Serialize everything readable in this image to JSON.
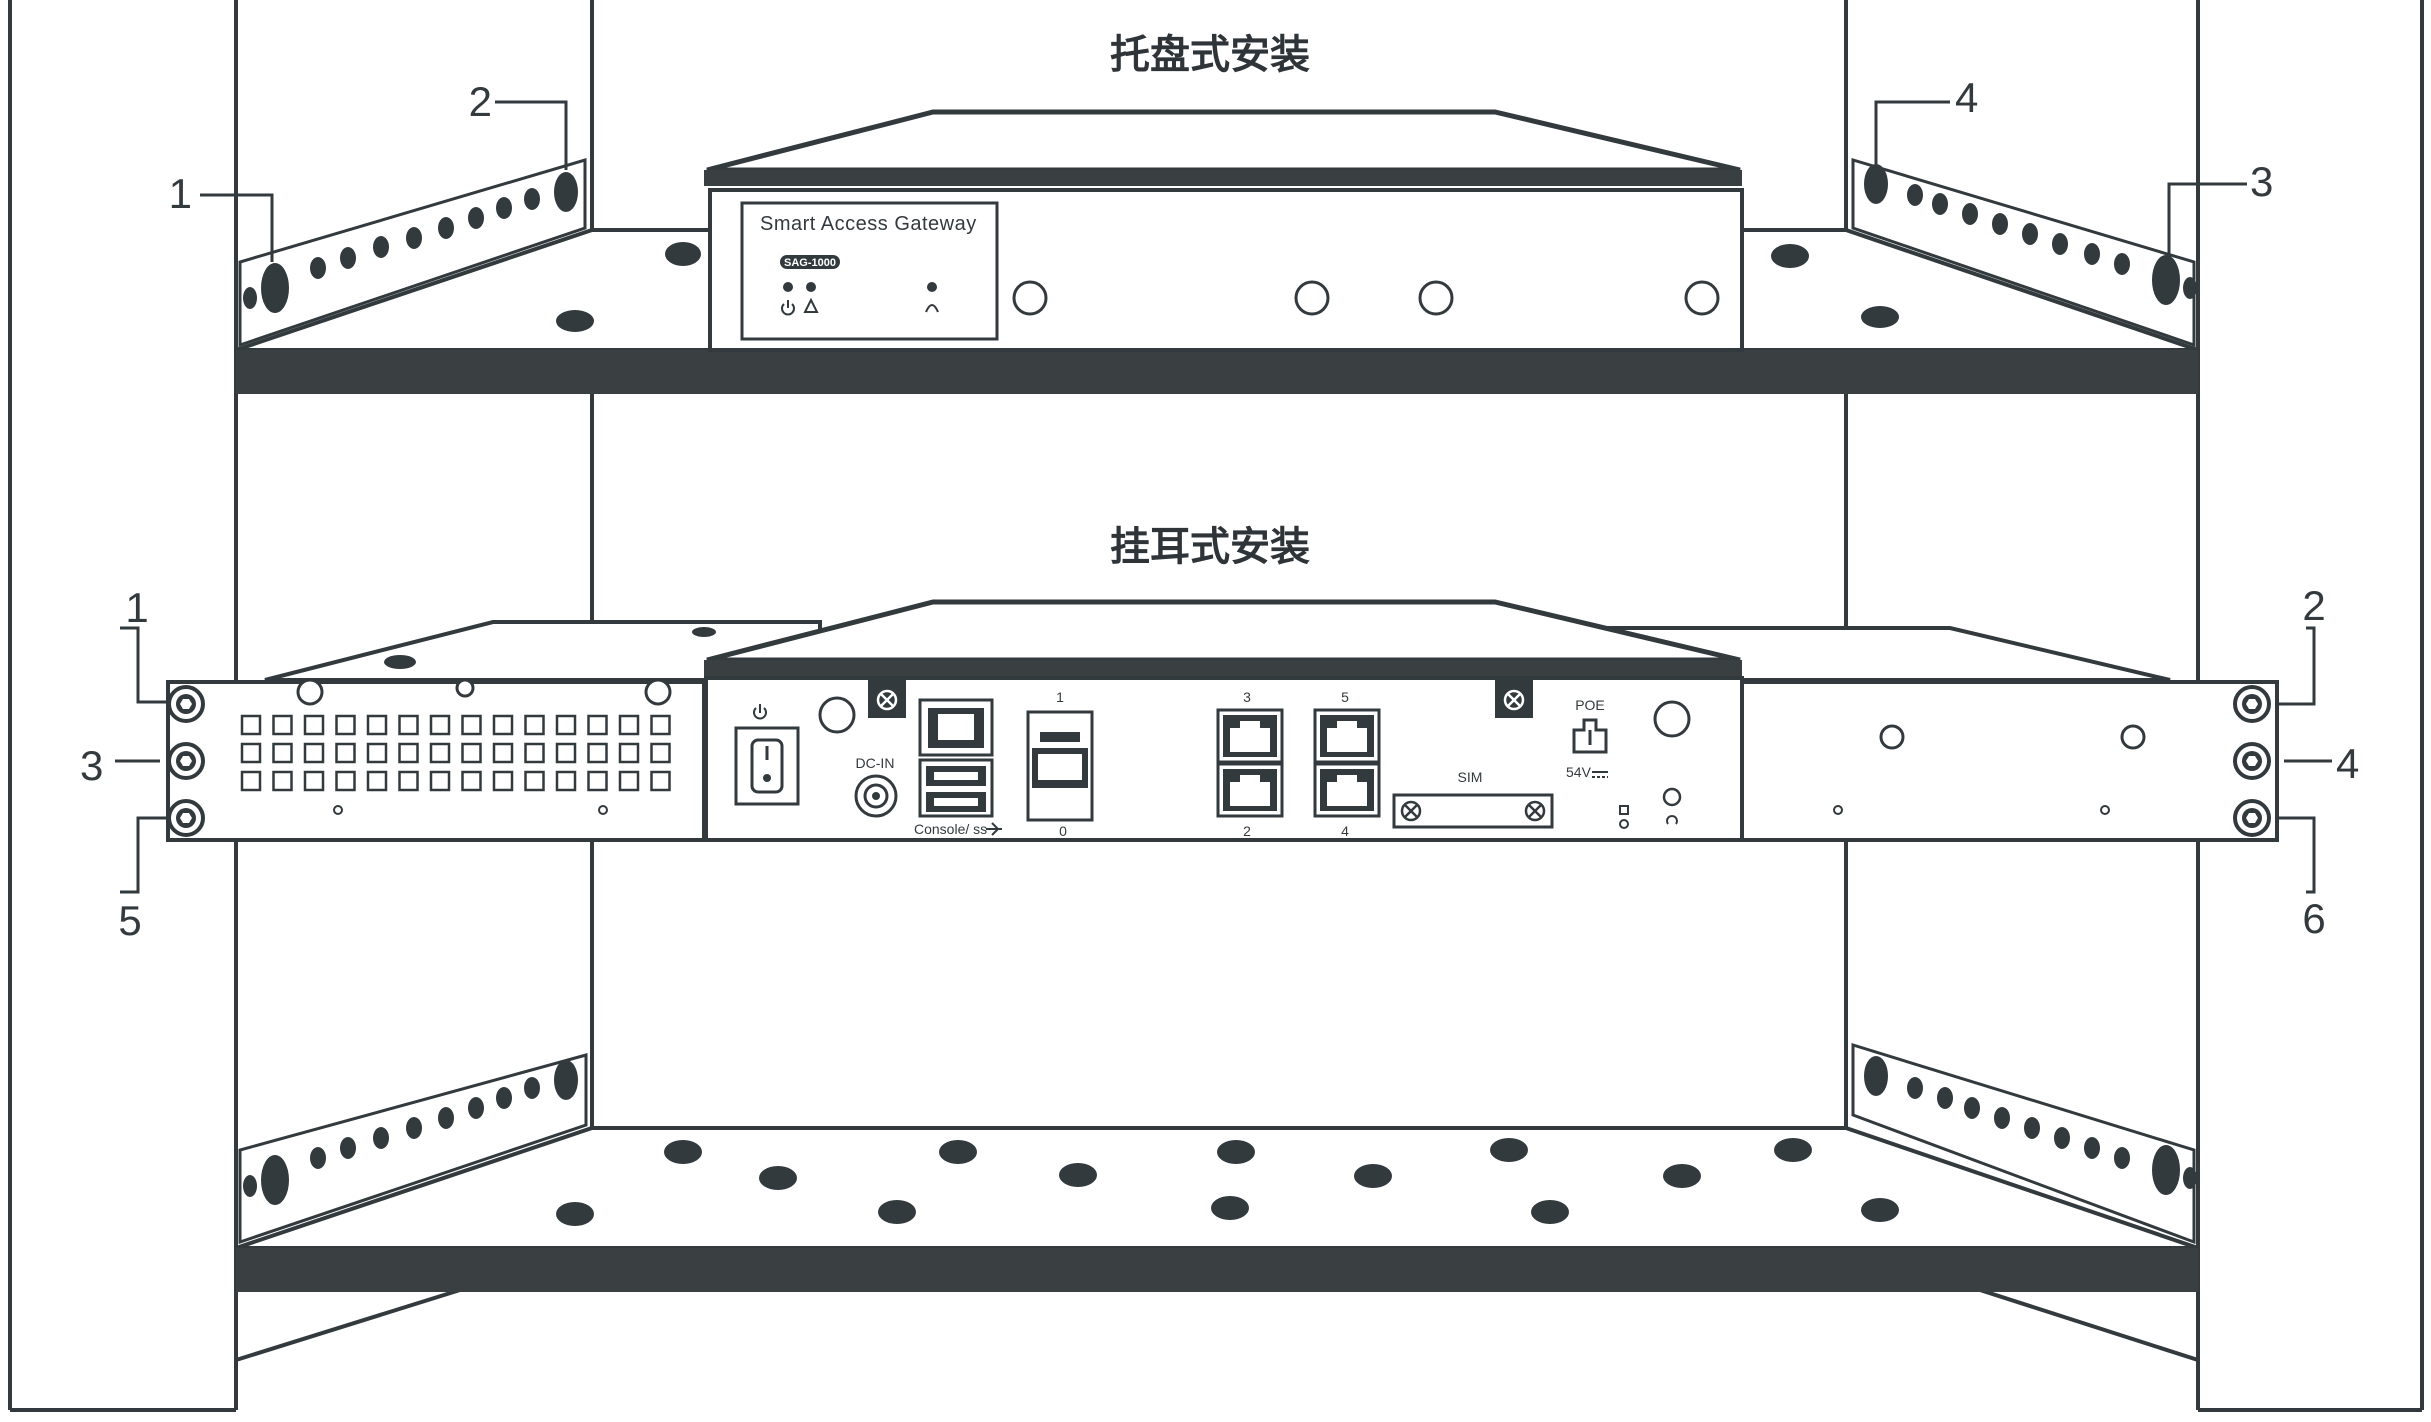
{
  "titles": {
    "tray": "托盘式安装",
    "ear": "挂耳式安装"
  },
  "device_front": {
    "brand": "Smart Access Gateway",
    "model": "SAG-1000"
  },
  "device_rear": {
    "dc_in": "DC-IN",
    "console": "Console/ ss",
    "port_labels": [
      "1",
      "0",
      "3",
      "2",
      "5",
      "4"
    ],
    "sim": "SIM",
    "poe": "POE",
    "voltage": "54V"
  },
  "callouts_top": [
    "1",
    "2",
    "3",
    "4"
  ],
  "callouts_bottom": [
    "1",
    "2",
    "3",
    "4",
    "5",
    "6"
  ],
  "colors": {
    "ink": "#333a3e",
    "shelf": "#3a3f42",
    "background": "#ffffff"
  },
  "icons": [
    "power-icon",
    "warning-icon",
    "cloud-icon",
    "usb-icon",
    "screw-icon",
    "reset-icon"
  ]
}
